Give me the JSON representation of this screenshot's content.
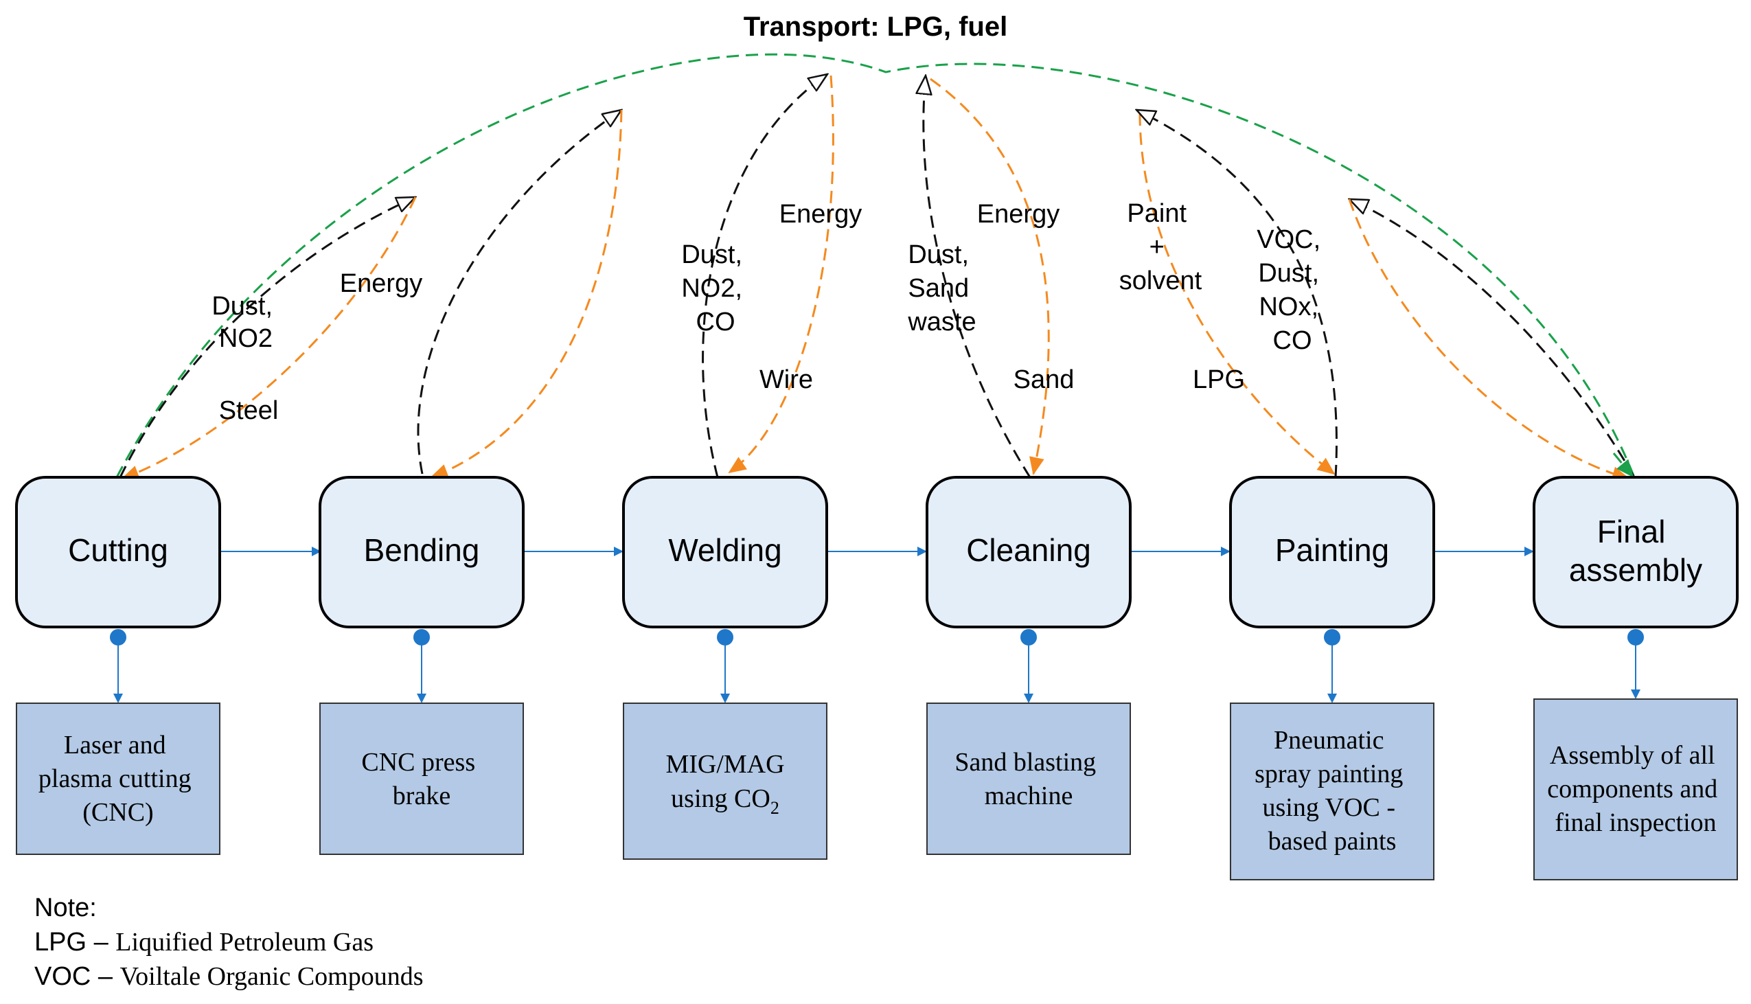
{
  "title": "Transport: LPG, fuel",
  "colors": {
    "process_fill": "#e4eef9",
    "detail_fill": "#b3c9e5",
    "flow_blue": "#1f77c9",
    "input_orange": "#f48a1f",
    "output_black": "#111111",
    "transport_green": "#1aa14a"
  },
  "processes": [
    {
      "label_lines": [
        "Cutting"
      ],
      "detail_lines": [
        "Laser and",
        "plasma cutting",
        "(CNC)"
      ]
    },
    {
      "label_lines": [
        "Bending"
      ],
      "detail_lines": [
        "CNC press",
        "brake"
      ]
    },
    {
      "label_lines": [
        "Welding"
      ],
      "detail_lines": [
        "MIG/MAG",
        "using CO"
      ],
      "detail_subscript": "2"
    },
    {
      "label_lines": [
        "Cleaning"
      ],
      "detail_lines": [
        "Sand blasting",
        "machine"
      ]
    },
    {
      "label_lines": [
        "Painting"
      ],
      "detail_lines": [
        "Pneumatic",
        "spray painting",
        "using VOC -",
        "based paints"
      ]
    },
    {
      "label_lines": [
        "Final",
        "assembly"
      ],
      "detail_lines": [
        "Assembly of all",
        "components and",
        "final inspection"
      ]
    }
  ],
  "flow_labels": {
    "cutting_outputs": [
      "Dust,",
      "NO2"
    ],
    "cutting_energy": "Energy",
    "cutting_steel": "Steel",
    "welding_outputs": [
      "Dust,",
      "NO2,",
      "CO"
    ],
    "welding_energy": "Energy",
    "welding_wire": "Wire",
    "cleaning_outputs": [
      "Dust,",
      "Sand",
      "waste"
    ],
    "cleaning_energy": "Energy",
    "cleaning_sand": "Sand",
    "painting_inputs": [
      "Paint",
      "+",
      "solvent"
    ],
    "painting_outputs": [
      "VOC,",
      "Dust,",
      "NOx,",
      "CO"
    ],
    "painting_lpg": "LPG"
  },
  "note": {
    "heading": "Note:",
    "lines": [
      {
        "abbr": "LPG",
        "definition": "Liquified Petroleum Gas"
      },
      {
        "abbr": "VOC",
        "definition": "Voiltale Organic Compounds"
      }
    ]
  }
}
